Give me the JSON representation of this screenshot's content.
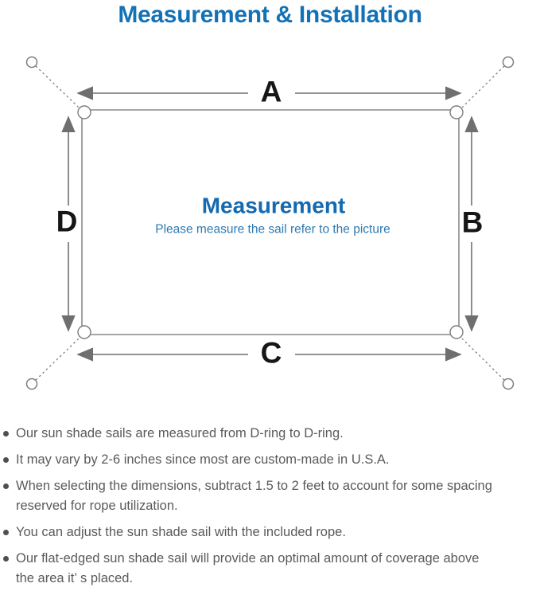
{
  "page": {
    "title": "Measurement & Installation"
  },
  "diagram": {
    "labels": {
      "a": "A",
      "b": "B",
      "c": "C",
      "d": "D"
    },
    "center_title": "Measurement",
    "center_subtitle": "Please measure the sail refer to the picture"
  },
  "notes": [
    {
      "lines": [
        "Our sun shade sails are measured from D-ring to D-ring."
      ]
    },
    {
      "lines": [
        "It may vary by 2-6 inches since most are custom-made in U.S.A."
      ]
    },
    {
      "lines": [
        "When selecting the dimensions, subtract 1.5 to 2 feet to account for some spacing",
        "reserved for rope utilization."
      ]
    },
    {
      "lines": [
        "You can adjust the sun shade sail with the included rope."
      ]
    },
    {
      "lines": [
        "Our flat-edged sun shade sail will provide an optimal amount of coverage above",
        "the area it’ s placed."
      ]
    }
  ],
  "colors": {
    "title_blue": "#1372b6",
    "diagram_title_blue": "#1569b0",
    "diagram_subtitle_blue": "#2e7ab1",
    "line_gray": "#7d7d7d",
    "arrow_gray": "#6f6f6f",
    "label_black": "#161616",
    "note_text_gray": "#5a5a5a"
  }
}
